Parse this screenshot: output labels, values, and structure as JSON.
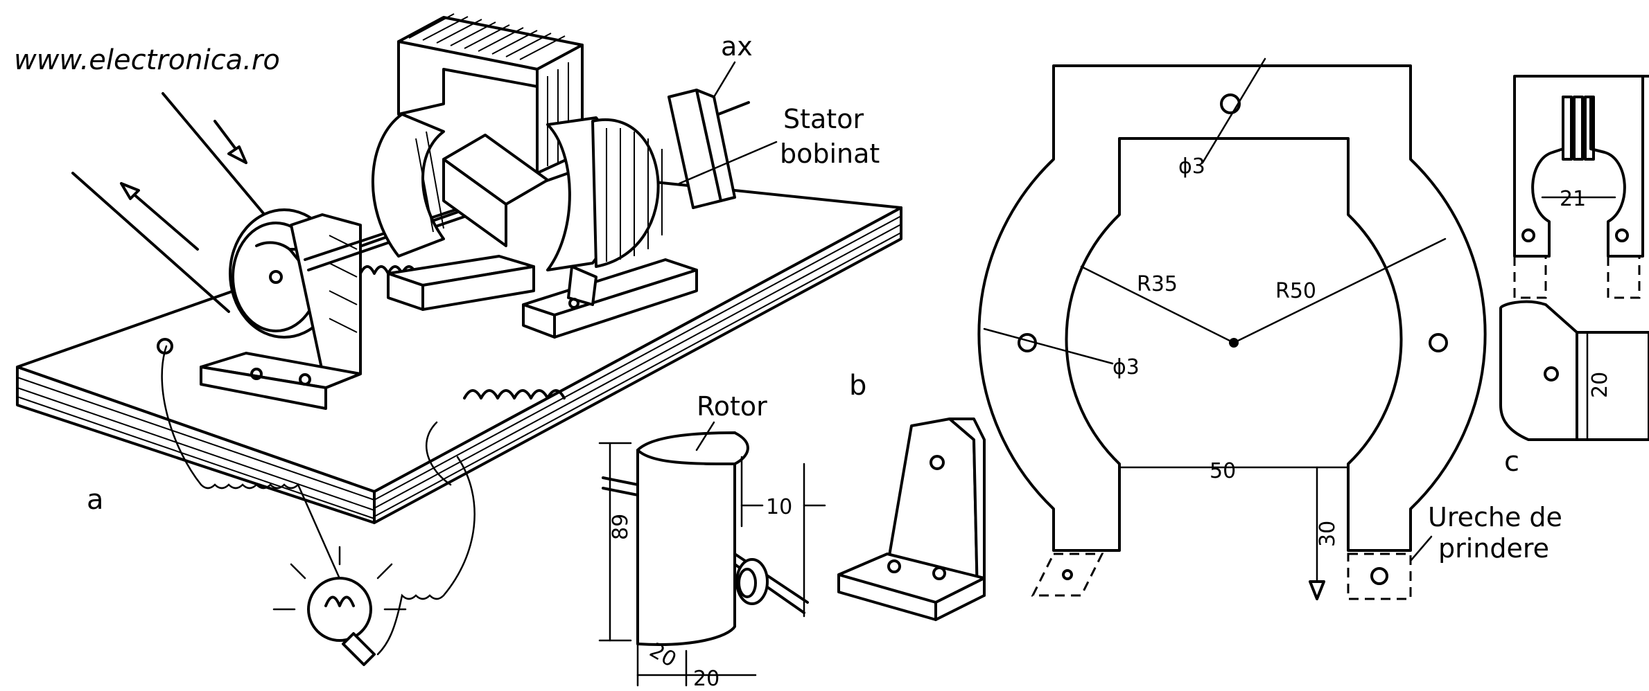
{
  "watermark": "www.electronica.ro",
  "figure_a": {
    "panel_label": "a",
    "label_ax": "ax",
    "label_stator_line1": "Stator",
    "label_stator_line2": "bobinat"
  },
  "figure_b": {
    "panel_label": "b",
    "label_rotor": "Rotor",
    "dim_height": "89",
    "dim_shaft": "10",
    "dim_depth": "20",
    "dim_width": "20"
  },
  "figure_stator_plate": {
    "dim_hole_top": "ϕ3",
    "dim_hole_left": "ϕ3",
    "dim_r_inner": "R35",
    "dim_r_outer": "R50",
    "dim_gap": "50",
    "dim_leg": "30",
    "label_ear_line1": "Ureche de",
    "label_ear_line2": "prindere"
  },
  "figure_c": {
    "panel_label": "c",
    "dim_opening": "21",
    "dim_block": "20"
  }
}
